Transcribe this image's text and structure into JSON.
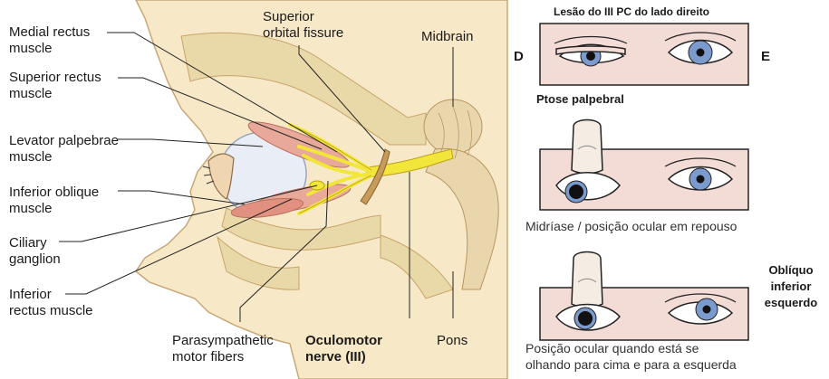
{
  "anatomy": {
    "labels": {
      "medial_rectus": "Medial rectus\nmuscle",
      "superior_rectus": "Superior rectus\nmuscle",
      "levator": "Levator palpebrae\nmuscle",
      "inferior_oblique": "Inferior oblique\nmuscle",
      "ciliary": "Ciliary\nganglion",
      "inferior_rectus": "Inferior\nrectus muscle",
      "orbital_fissure": "Superior\norbital fissure",
      "midbrain": "Midbrain",
      "parasympathetic": "Parasympathetic\nmotor fibers",
      "oculomotor": "Oculomotor\nnerve (III)",
      "pons": "Pons"
    }
  },
  "panels": {
    "title": "Lesão do III PC do lado direito",
    "side_right": "D",
    "side_left": "E",
    "ptosis": "Ptose palpebral",
    "mydriasis": "Midríase / posição ocular em  repouso",
    "oblique": "Oblíquo\ninferior\nesquerdo",
    "gaze": "Posição ocular quando está se\nolhando para cima e para a esquerda"
  },
  "colors": {
    "nerve": "#f2e63a",
    "skin": "#f7e9c8",
    "bone": "#ead9a8",
    "muscle": "#e9a99a",
    "iris": "#7b9bcf",
    "panel": "#f4dcd6"
  }
}
